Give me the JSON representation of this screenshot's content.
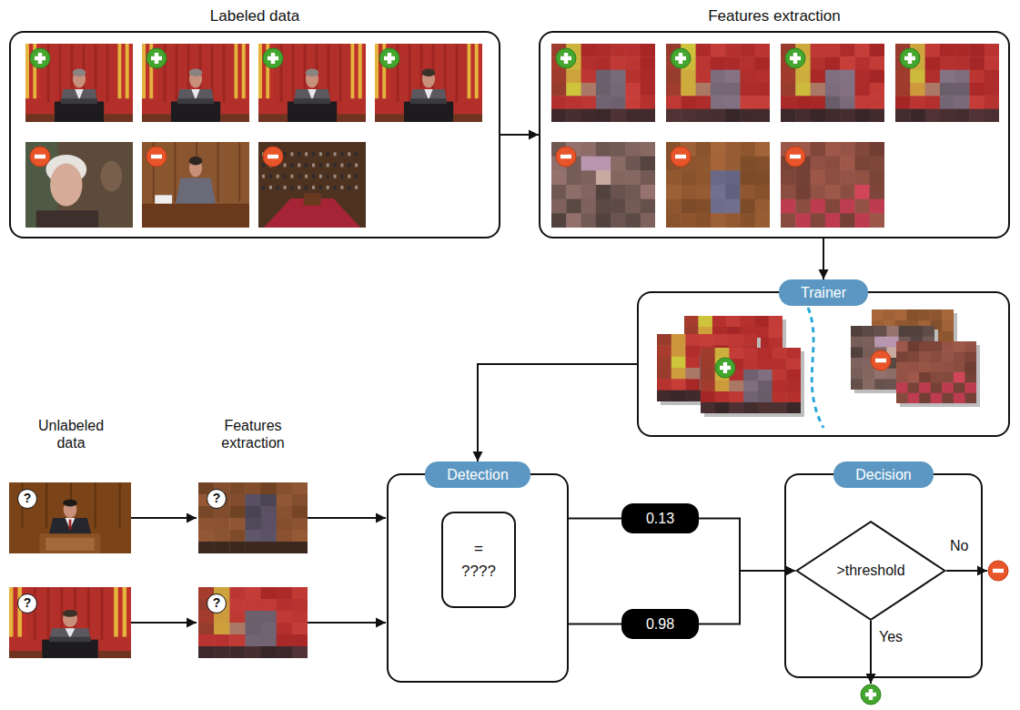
{
  "diagram": {
    "nodes": [
      {
        "text": [
          "Labeled data"
        ]
      },
      {
        "text": [
          "Features extraction"
        ]
      },
      {
        "text": [
          "Trainer"
        ]
      },
      {
        "text": [
          "Detection"
        ]
      },
      {
        "text": [
          "= ????"
        ],
        "in": 3
      },
      {
        "text": [
          "0.13"
        ]
      },
      {
        "text": [
          "0.98"
        ]
      },
      {
        "text": [
          "Decision"
        ]
      },
      {
        "text": [
          ">threshold"
        ],
        "in": 7
      }
    ],
    "edges": [
      {
        "from": 0,
        "to": 1,
        "arrow": "to"
      },
      {
        "from": 1,
        "to": 2,
        "arrow": "to"
      },
      {
        "from": 2,
        "to": 3,
        "arrow": "to"
      },
      {
        "from": 3,
        "to": 5,
        "arrow": "none"
      },
      {
        "from": 3,
        "to": 6,
        "arrow": "none"
      },
      {
        "from": 5,
        "to": 8,
        "arrow": "to"
      },
      {
        "from": 6,
        "to": 8,
        "arrow": "to"
      }
    ],
    "labels": [
      "Unlabeled data",
      "Features extraction",
      "?",
      "?",
      "?",
      "?",
      "No",
      "Yes"
    ]
  }
}
